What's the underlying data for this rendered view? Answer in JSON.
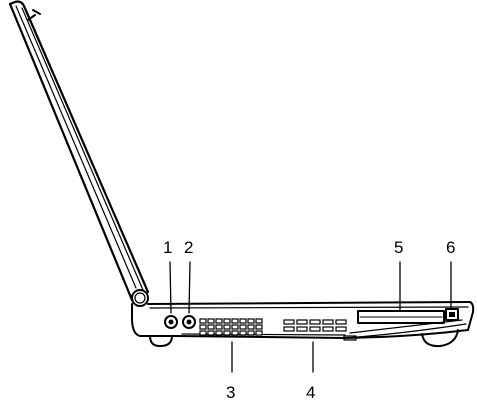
{
  "diagram": {
    "callouts": [
      {
        "id": "1",
        "label": "1"
      },
      {
        "id": "2",
        "label": "2"
      },
      {
        "id": "3",
        "label": "3"
      },
      {
        "id": "4",
        "label": "4"
      },
      {
        "id": "5",
        "label": "5"
      },
      {
        "id": "6",
        "label": "6"
      }
    ]
  },
  "colors": {
    "ink": "#000000",
    "background": "#ffffff"
  }
}
